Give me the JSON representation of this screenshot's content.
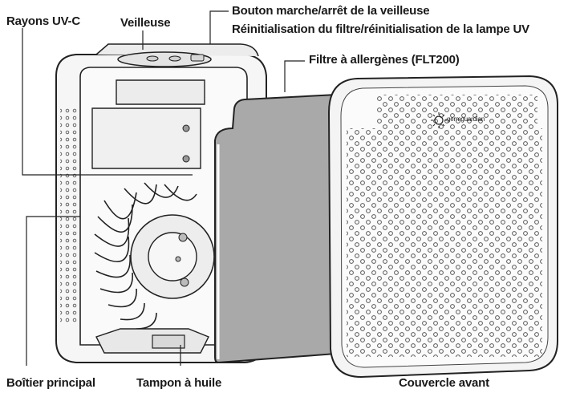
{
  "labels": {
    "uv_rays": "Rayons UV-C",
    "night_light": "Veilleuse",
    "night_light_button": "Bouton marche/arrêt de la veilleuse",
    "filter_reset": "Réinitialisation du filtre/réinitialisation de la lampe UV",
    "allergen_filter": "Filtre à allergènes (FLT200)",
    "main_housing": "Boîtier principal",
    "oil_pad": "Tampon à huile",
    "front_cover": "Couvercle avant"
  },
  "brand": {
    "logo_text": "germguardian"
  },
  "colors": {
    "line": "#222222",
    "filter": "#a8a8a8",
    "housing": "#f4f4f4"
  }
}
